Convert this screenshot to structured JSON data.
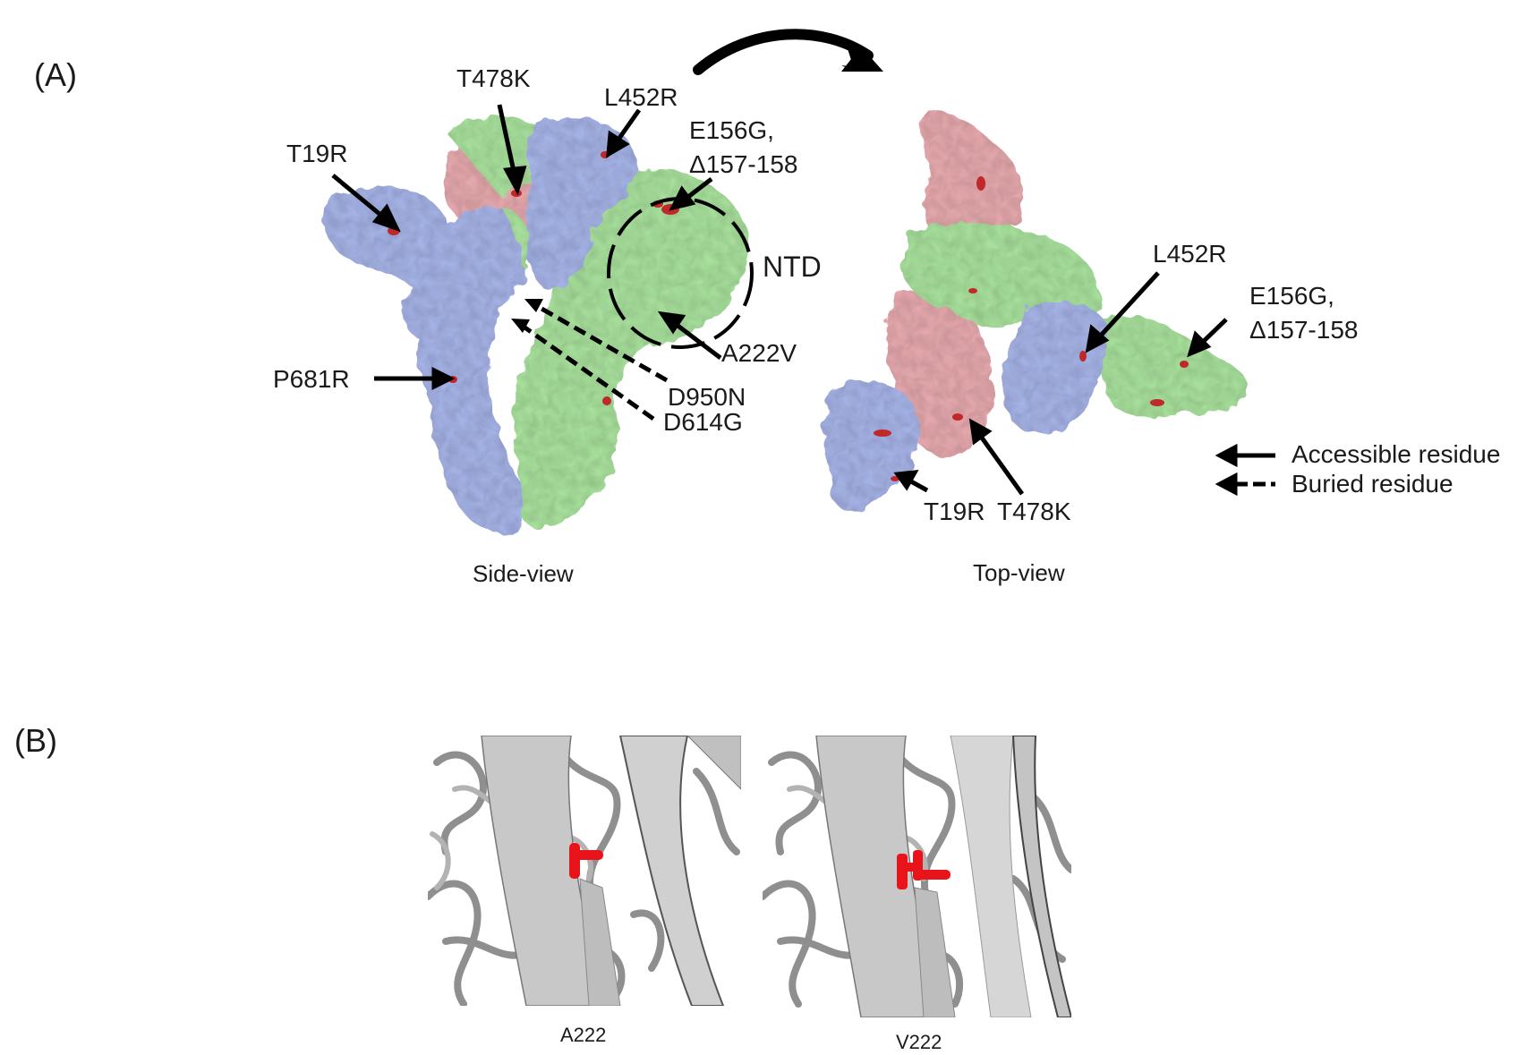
{
  "panel_a": {
    "label": "(A)",
    "side_view": {
      "caption": "Side-view",
      "mutations": {
        "t478k": "T478K",
        "l452r": "L452R",
        "t19r": "T19R",
        "e156g_line1": "E156G,",
        "e156g_line2": "Δ157-158",
        "ntd": "NTD",
        "a222v": "A222V",
        "p681r": "P681R",
        "d950n": "D950N",
        "d614g": "D614G"
      }
    },
    "top_view": {
      "caption": "Top-view",
      "mutations": {
        "l452r": "L452R",
        "e156g_line1": "E156G,",
        "e156g_line2": "Δ157-158",
        "t19r": "T19R",
        "t478k": "T478K"
      }
    },
    "legend": {
      "accessible": "Accessible residue",
      "buried": "Buried residue"
    },
    "colors": {
      "blue_chain": "#a5b3e6",
      "pink_chain": "#e5a9ad",
      "green_chain": "#a8e09c",
      "mutation_red": "#c0282a"
    }
  },
  "panel_b": {
    "label": "(B)",
    "left_caption": "A222",
    "right_caption": "V222",
    "colors": {
      "ribbon": "#c8c8c8",
      "residue": "#e8141a"
    }
  }
}
